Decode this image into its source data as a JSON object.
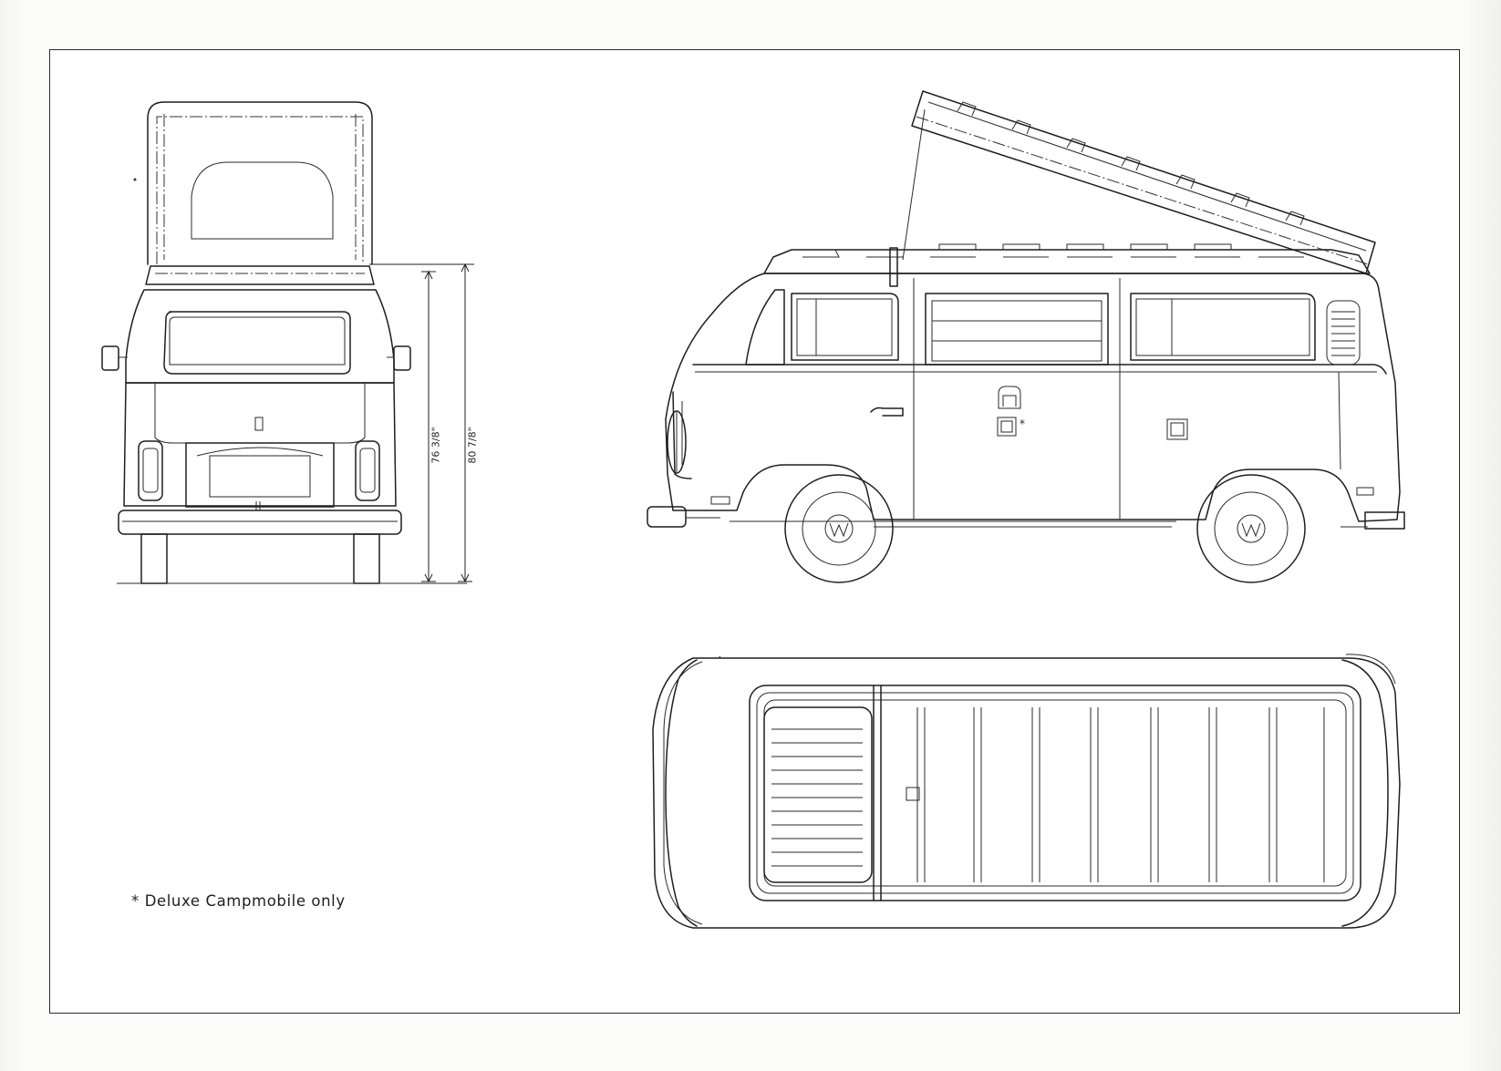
{
  "footnote": {
    "text": "* Deluxe Campmobile only"
  },
  "front_view": {
    "dimension_inner": "76 3/8\"",
    "dimension_outer": "80 7/8\""
  },
  "side_view": {
    "asterisk": "*"
  }
}
